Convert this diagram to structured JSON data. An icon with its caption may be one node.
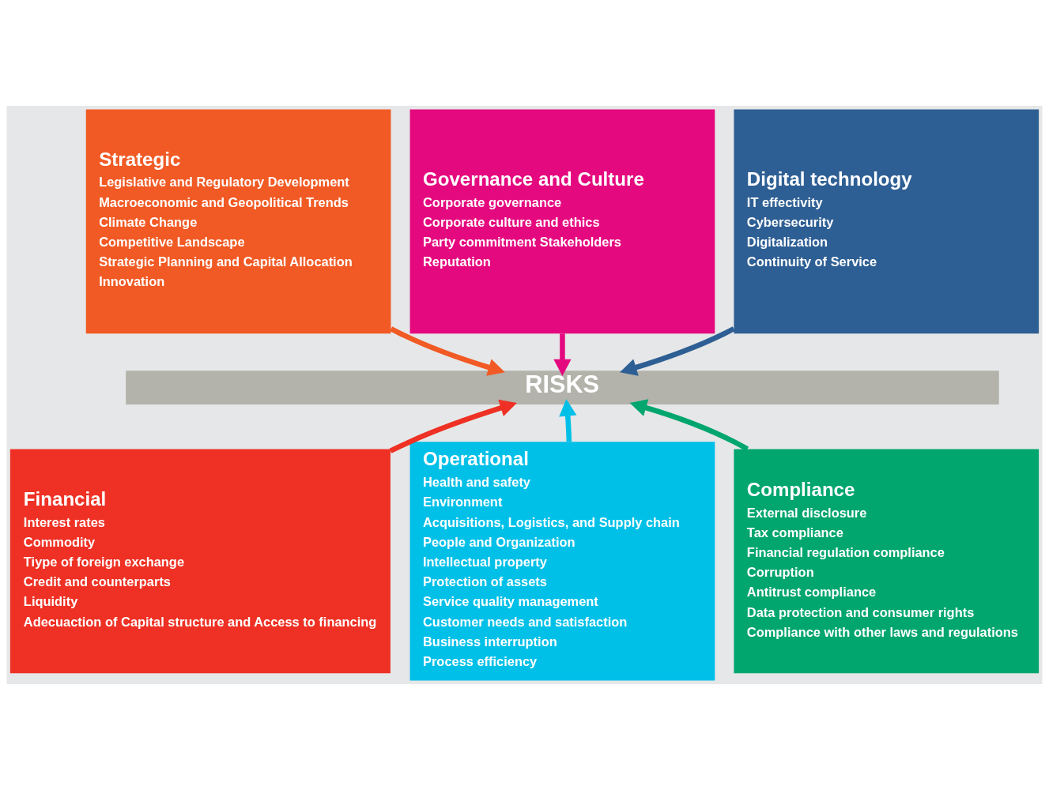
{
  "diagram": {
    "nodes": [
      {
        "text": [
          "Strategic",
          "Legislative and Regulatory Development",
          "Macroeconomic and Geopolitical Trends",
          "Climate Change",
          "Competitive Landscape",
          "Strategic Planning and Capital Allocation",
          "Innovation"
        ]
      },
      {
        "text": [
          "Governance and Culture",
          "Corporate governance",
          "Corporate culture and ethics",
          "Party commitment Stakeholders",
          "Reputation"
        ]
      },
      {
        "text": [
          "Digital technology",
          "IT effectivity",
          "Cybersecurity",
          "Digitalization",
          "Continuity of Service"
        ]
      },
      {
        "text": [
          "RISKS"
        ]
      },
      {
        "text": [
          "Financial",
          "Interest rates",
          "Commodity",
          "Tiype of foreign exchange",
          "Credit and counterparts",
          "Liquidity",
          "Adecuaction of Capital structure and Access to financing"
        ]
      },
      {
        "text": [
          "Operational",
          "Health and safety",
          "Environment",
          "Acquisitions, Logistics, and Supply chain",
          "People and Organization",
          "Intellectual property",
          "Protection of assets",
          "Service quality management",
          "Customer needs and satisfaction",
          "Business interruption",
          "Process efficiency"
        ]
      },
      {
        "text": [
          "Compliance",
          "External disclosure",
          "Tax compliance",
          "Financial regulation compliance",
          "Corruption",
          "Antitrust compliance",
          "Data protection and consumer rights",
          "Compliance with other laws and regulations"
        ]
      }
    ],
    "edges": [
      {
        "from": 0,
        "to": 3,
        "arrow": "to",
        "color": "#f15a24"
      },
      {
        "from": 1,
        "to": 3,
        "arrow": "to",
        "color": "#e5097f"
      },
      {
        "from": 2,
        "to": 3,
        "arrow": "to",
        "color": "#2e5f94"
      },
      {
        "from": 4,
        "to": 3,
        "arrow": "to",
        "color": "#ee3124"
      },
      {
        "from": 5,
        "to": 3,
        "arrow": "to",
        "color": "#00c0e8"
      },
      {
        "from": 6,
        "to": 3,
        "arrow": "to",
        "color": "#00a66e"
      }
    ]
  }
}
